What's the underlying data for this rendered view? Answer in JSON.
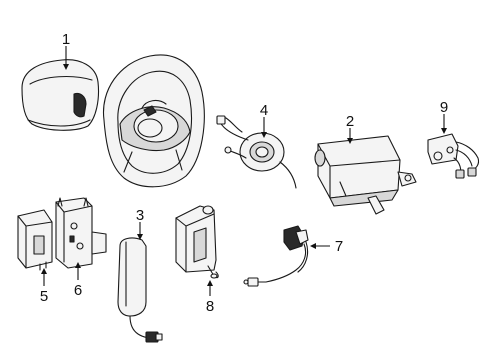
{
  "callouts": [
    {
      "id": "1",
      "label": "1"
    },
    {
      "id": "2",
      "label": "2"
    },
    {
      "id": "3",
      "label": "3"
    },
    {
      "id": "4",
      "label": "4"
    },
    {
      "id": "5",
      "label": "5"
    },
    {
      "id": "6",
      "label": "6"
    },
    {
      "id": "7",
      "label": "7"
    },
    {
      "id": "8",
      "label": "8"
    },
    {
      "id": "9",
      "label": "9"
    }
  ],
  "parts": [
    {
      "callout": "1",
      "icon": "driver-airbag-module-icon"
    },
    {
      "callout": null,
      "icon": "steering-wheel-icon"
    },
    {
      "callout": "2",
      "icon": "passenger-airbag-module-icon"
    },
    {
      "callout": "3",
      "icon": "seat-belt-buckle-sensor-icon"
    },
    {
      "callout": "4",
      "icon": "clockspring-icon"
    },
    {
      "callout": "5",
      "icon": "control-module-icon"
    },
    {
      "callout": "6",
      "icon": "module-bracket-icon"
    },
    {
      "callout": "7",
      "icon": "impact-sensor-harness-icon"
    },
    {
      "callout": "8",
      "icon": "impact-sensor-icon"
    },
    {
      "callout": "9",
      "icon": "wiring-connector-icon"
    }
  ]
}
